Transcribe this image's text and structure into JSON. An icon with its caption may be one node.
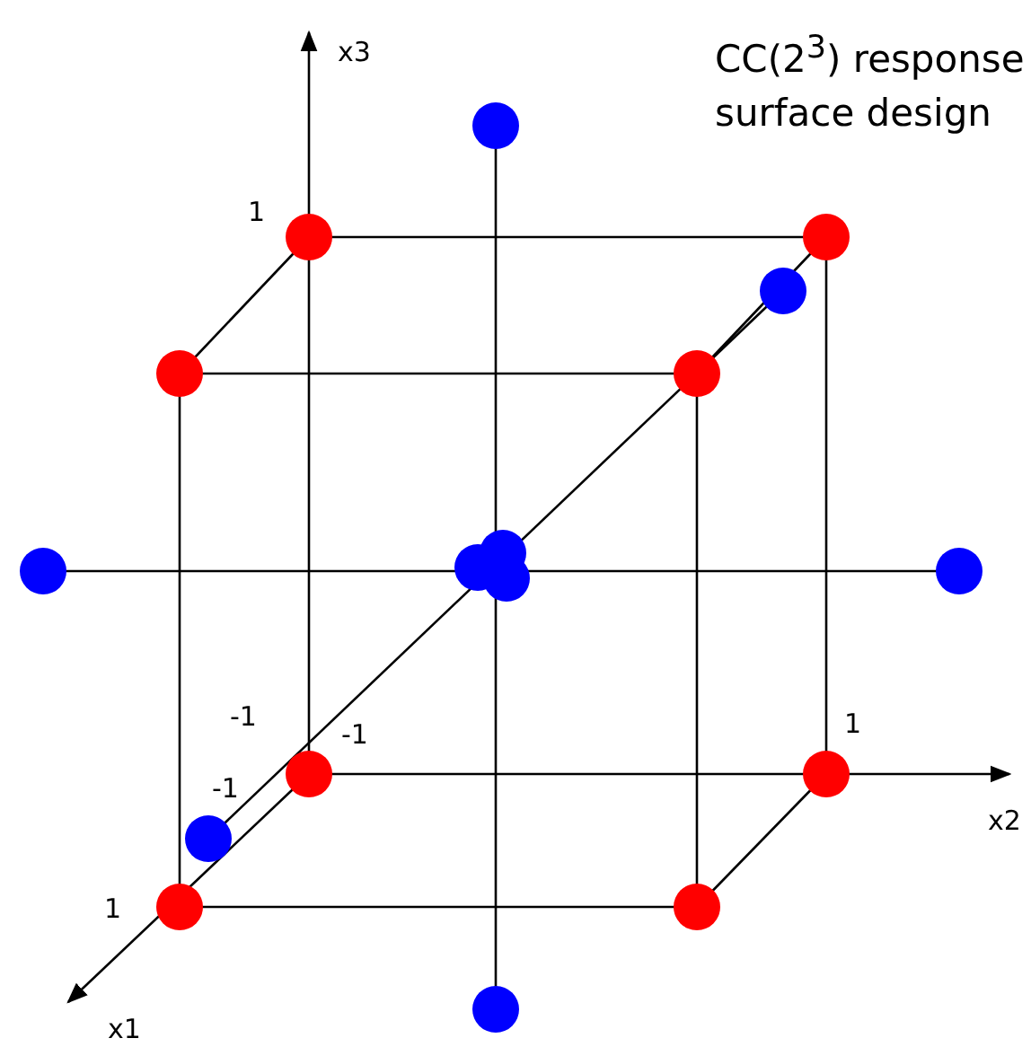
{
  "diagram": {
    "title": "CC(2$^{3}$) response surface design",
    "labels": [
      "x3",
      "1",
      "-1",
      "-1",
      "1",
      "-1",
      "x2",
      "1",
      "x1"
    ]
  }
}
